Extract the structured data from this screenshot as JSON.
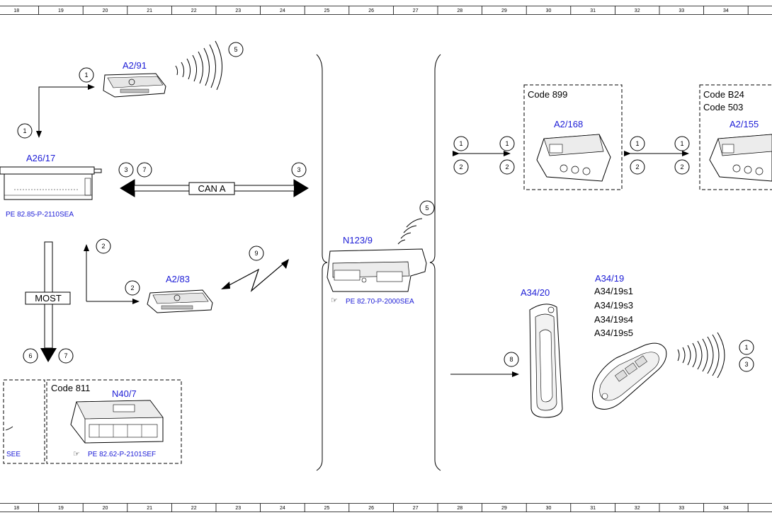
{
  "ruler": {
    "numbers": [
      "18",
      "19",
      "20",
      "21",
      "22",
      "23",
      "24",
      "25",
      "26",
      "27",
      "28",
      "29",
      "30",
      "31",
      "32",
      "33",
      "34"
    ]
  },
  "components": {
    "a2_91": "A2/91",
    "a26_17": "A26/17",
    "a2_83": "A2/83",
    "n40_7": "N40/7",
    "n123_9": "N123/9",
    "a2_168": "A2/168",
    "a2_155": "A2/155",
    "a34_20": "A34/20",
    "a34_19": "A34/19",
    "a34_19s1": "A34/19s1",
    "a34_19s3": "A34/19s3",
    "a34_19s4": "A34/19s4",
    "a34_19s5": "A34/19s5"
  },
  "codes": {
    "code_899": "Code 899",
    "code_b24": "Code B24",
    "code_503": "Code 503",
    "code_811": "Code 811"
  },
  "buses": {
    "can_a": "CAN A",
    "most": "MOST"
  },
  "references": {
    "ref_a26_17": "PE 82.85-P-2110SEA",
    "ref_n123_9": "PE 82.70-P-2000SEA",
    "ref_n40_7": "PE 82.62-P-2101SEF",
    "ref_left_partial": "SEE"
  },
  "callouts": {
    "c_a2_91_wave": "5",
    "c_a2_91_arrow": "1",
    "c_down_arrow": "1",
    "c_can_left_3": "3",
    "c_can_left_7": "7",
    "c_can_right_3": "3",
    "c_a2_83_up": "2",
    "c_a2_83_in": "2",
    "c_zigzag": "9",
    "c_most_6": "6",
    "c_most_7": "7",
    "c_n123_wave": "5",
    "c_a168_l1": "1",
    "c_a168_l2": "2",
    "c_a168_r1": "1",
    "c_a168_r2": "2",
    "c_a155_l1": "1",
    "c_a155_l2": "2",
    "c_a155_r1": "1",
    "c_a155_r2": "2",
    "c_a34_20_in": "8",
    "c_key_1": "1",
    "c_key_3": "3"
  }
}
